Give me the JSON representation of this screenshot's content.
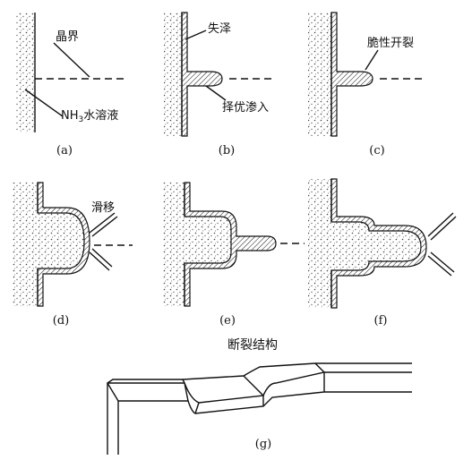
{
  "panels": [
    {
      "id": "a",
      "caption": "(a)",
      "labels": {
        "grain_boundary": "晶界",
        "solution_prefix": "NH",
        "solution_sub": "3",
        "solution_suffix": "水溶液"
      }
    },
    {
      "id": "b",
      "caption": "(b)",
      "labels": {
        "film_loss": "失泽",
        "selective_penetration": "择优渗入"
      }
    },
    {
      "id": "c",
      "caption": "(c)",
      "labels": {
        "brittle_cracking": "脆性开裂"
      }
    },
    {
      "id": "d",
      "caption": "(d)",
      "labels": {
        "slip": "滑移"
      }
    },
    {
      "id": "e",
      "caption": "(e)"
    },
    {
      "id": "f",
      "caption": "(f)"
    }
  ],
  "fracture": {
    "title": "断裂结构",
    "caption": "(g)"
  }
}
